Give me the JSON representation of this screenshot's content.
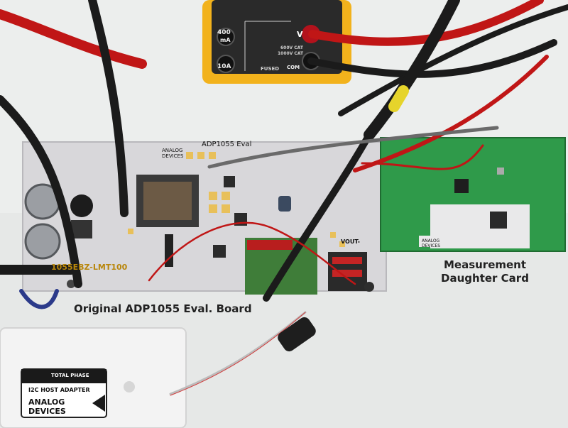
{
  "captions": {
    "eval_board": "Original ADP1055 Eval. Board",
    "daughter_card_line1": "Measurement",
    "daughter_card_line2": "Daughter Card"
  },
  "multimeter": {
    "jack_400ma": "400",
    "jack_400ma_unit": "mA",
    "jack_10a": "10A",
    "fused": "FUSED",
    "com": "COM",
    "v_label": "V",
    "cat_top": "600V CAT",
    "cat_bottom": "1000V CAT"
  },
  "eval_board": {
    "title": "ADP1055 Eval",
    "vendor_line1": "ANALOG",
    "vendor_line2": "DEVICES",
    "silk": "1055EBZ-LMT100",
    "vout": "VOUT-"
  },
  "daughter_card": {
    "vendor_line1": "ANALOG",
    "vendor_line2": "DEVICES"
  },
  "host_adapter": {
    "line1": "TOTAL PHASE",
    "line2": "I2C HOST ADAPTER",
    "vendor_line1": "ANALOG",
    "vendor_line2": "DEVICES"
  }
}
